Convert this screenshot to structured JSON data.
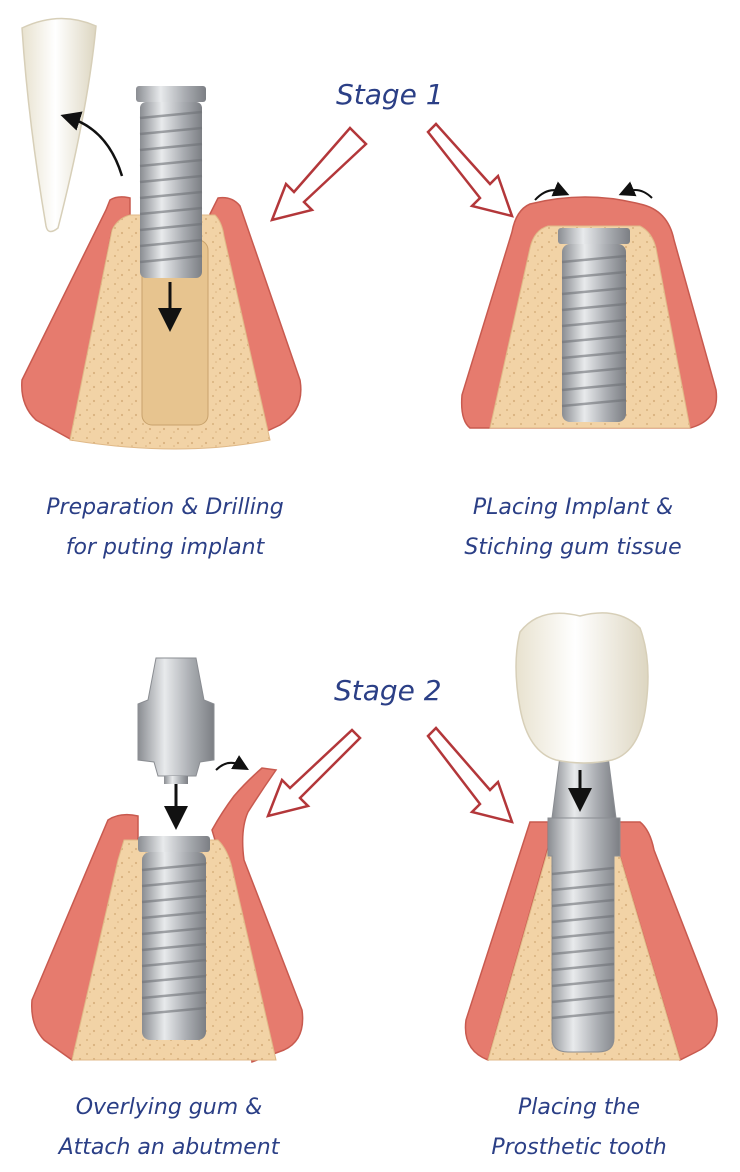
{
  "stages": [
    {
      "label": "Stage 1"
    },
    {
      "label": "Stage 2"
    }
  ],
  "steps": [
    {
      "line1": "Preparation & Drilling",
      "line2": "for puting implant"
    },
    {
      "line1": "PLacing Implant &",
      "line2": "Stiching gum tissue"
    },
    {
      "line1": "Overlying gum &",
      "line2": "Attach an abutment"
    },
    {
      "line1": "Placing the",
      "line2": "Prosthetic tooth"
    }
  ],
  "colors": {
    "gum": "#e67b6e",
    "gum_dark": "#c85a4f",
    "bone": "#f2d3a6",
    "metal": "#b9bcc0",
    "tooth": "#f7f3e8",
    "arrow_outline": "#b3373a",
    "text": "#2b3f86"
  }
}
